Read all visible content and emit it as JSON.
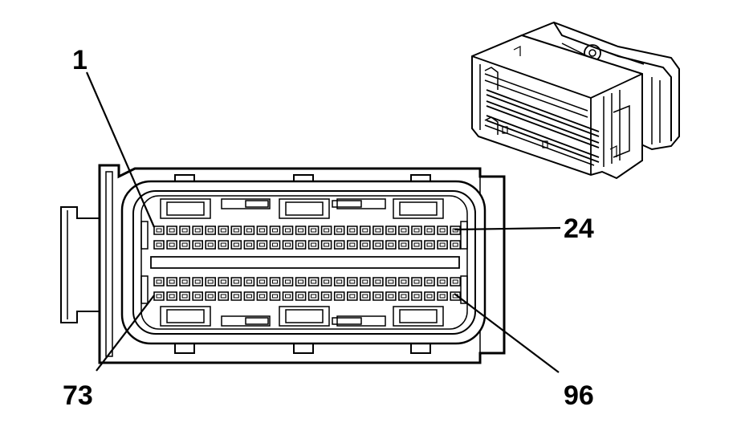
{
  "diagram": {
    "type": "connector-face-view",
    "pin_rows": 4,
    "pins_per_row": 24,
    "total_pins": 96,
    "callouts": [
      {
        "key": "pin_1",
        "text": "1"
      },
      {
        "key": "pin_24",
        "text": "24"
      },
      {
        "key": "pin_73",
        "text": "73"
      },
      {
        "key": "pin_96",
        "text": "96"
      }
    ],
    "colors": {
      "line": "#000000",
      "background": "#ffffff"
    }
  }
}
